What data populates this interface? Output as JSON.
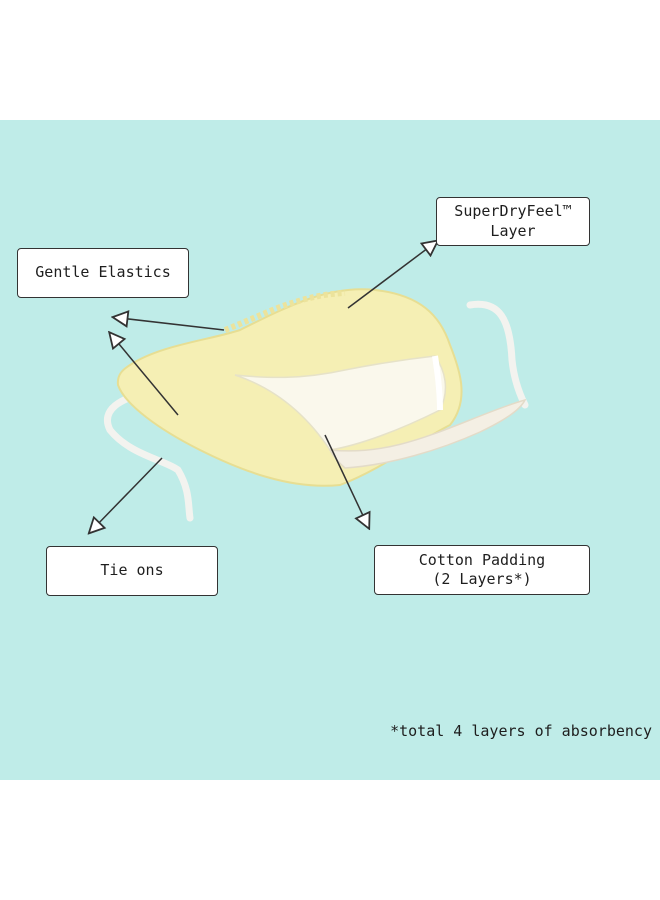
{
  "labels": {
    "superdry_line1": "SuperDryFeel™",
    "superdry_line2": "Layer",
    "gentle_elastics": "Gentle Elastics",
    "tie_ons": "Tie ons",
    "cotton_line1": "Cotton Padding",
    "cotton_line2": "(2 Layers*)"
  },
  "footnote": "*total 4 layers of absorbency",
  "colors": {
    "background": "#bfece8",
    "pad": "#f5efb4",
    "pad_edge": "#e7de93",
    "ties": "#f3f3ef",
    "inner_layer": "#faf8ec",
    "arrow": "#333333"
  }
}
